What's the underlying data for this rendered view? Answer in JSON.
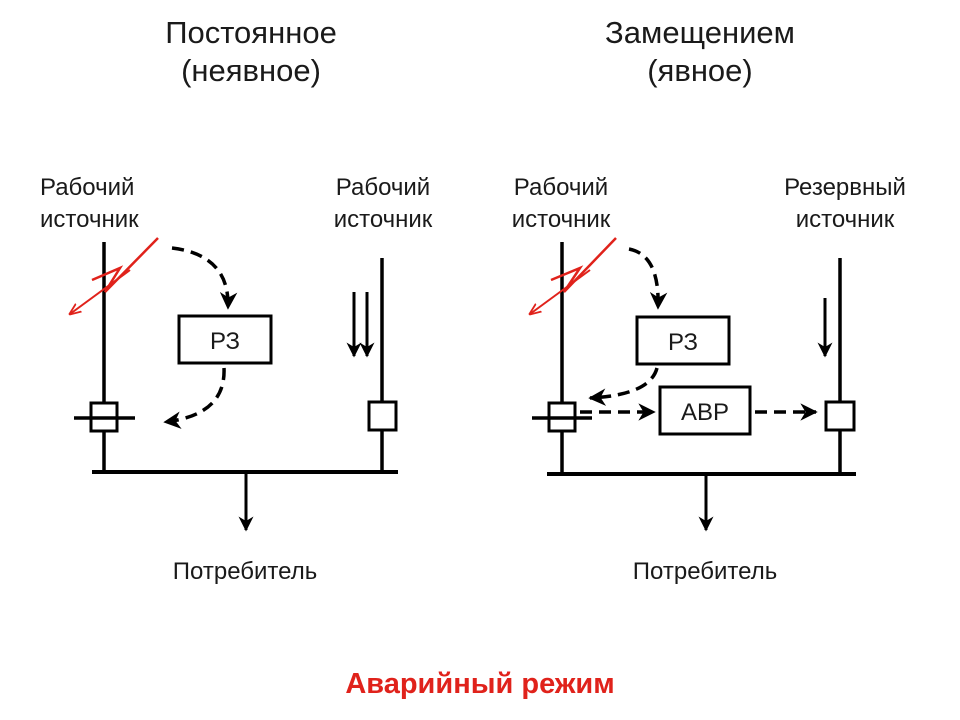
{
  "left": {
    "title_line1": "Постоянное",
    "title_line2": "(неявное)",
    "source1_line1": "Рабочий",
    "source1_line2": "источник",
    "source2_line1": "Рабочий",
    "source2_line2": "источник",
    "relay": "РЗ",
    "consumer": "Потребитель"
  },
  "right": {
    "title_line1": "Замещением",
    "title_line2": "(явное)",
    "source1_line1": "Рабочий",
    "source1_line2": "источник",
    "source2_line1": "Резервный",
    "source2_line2": "источник",
    "relay": "РЗ",
    "avr": "АВР",
    "consumer": "Потребитель"
  },
  "footer": "Аварийный режим",
  "colors": {
    "line": "#000000",
    "fault": "#e0221b",
    "footer": "#e0221b"
  }
}
